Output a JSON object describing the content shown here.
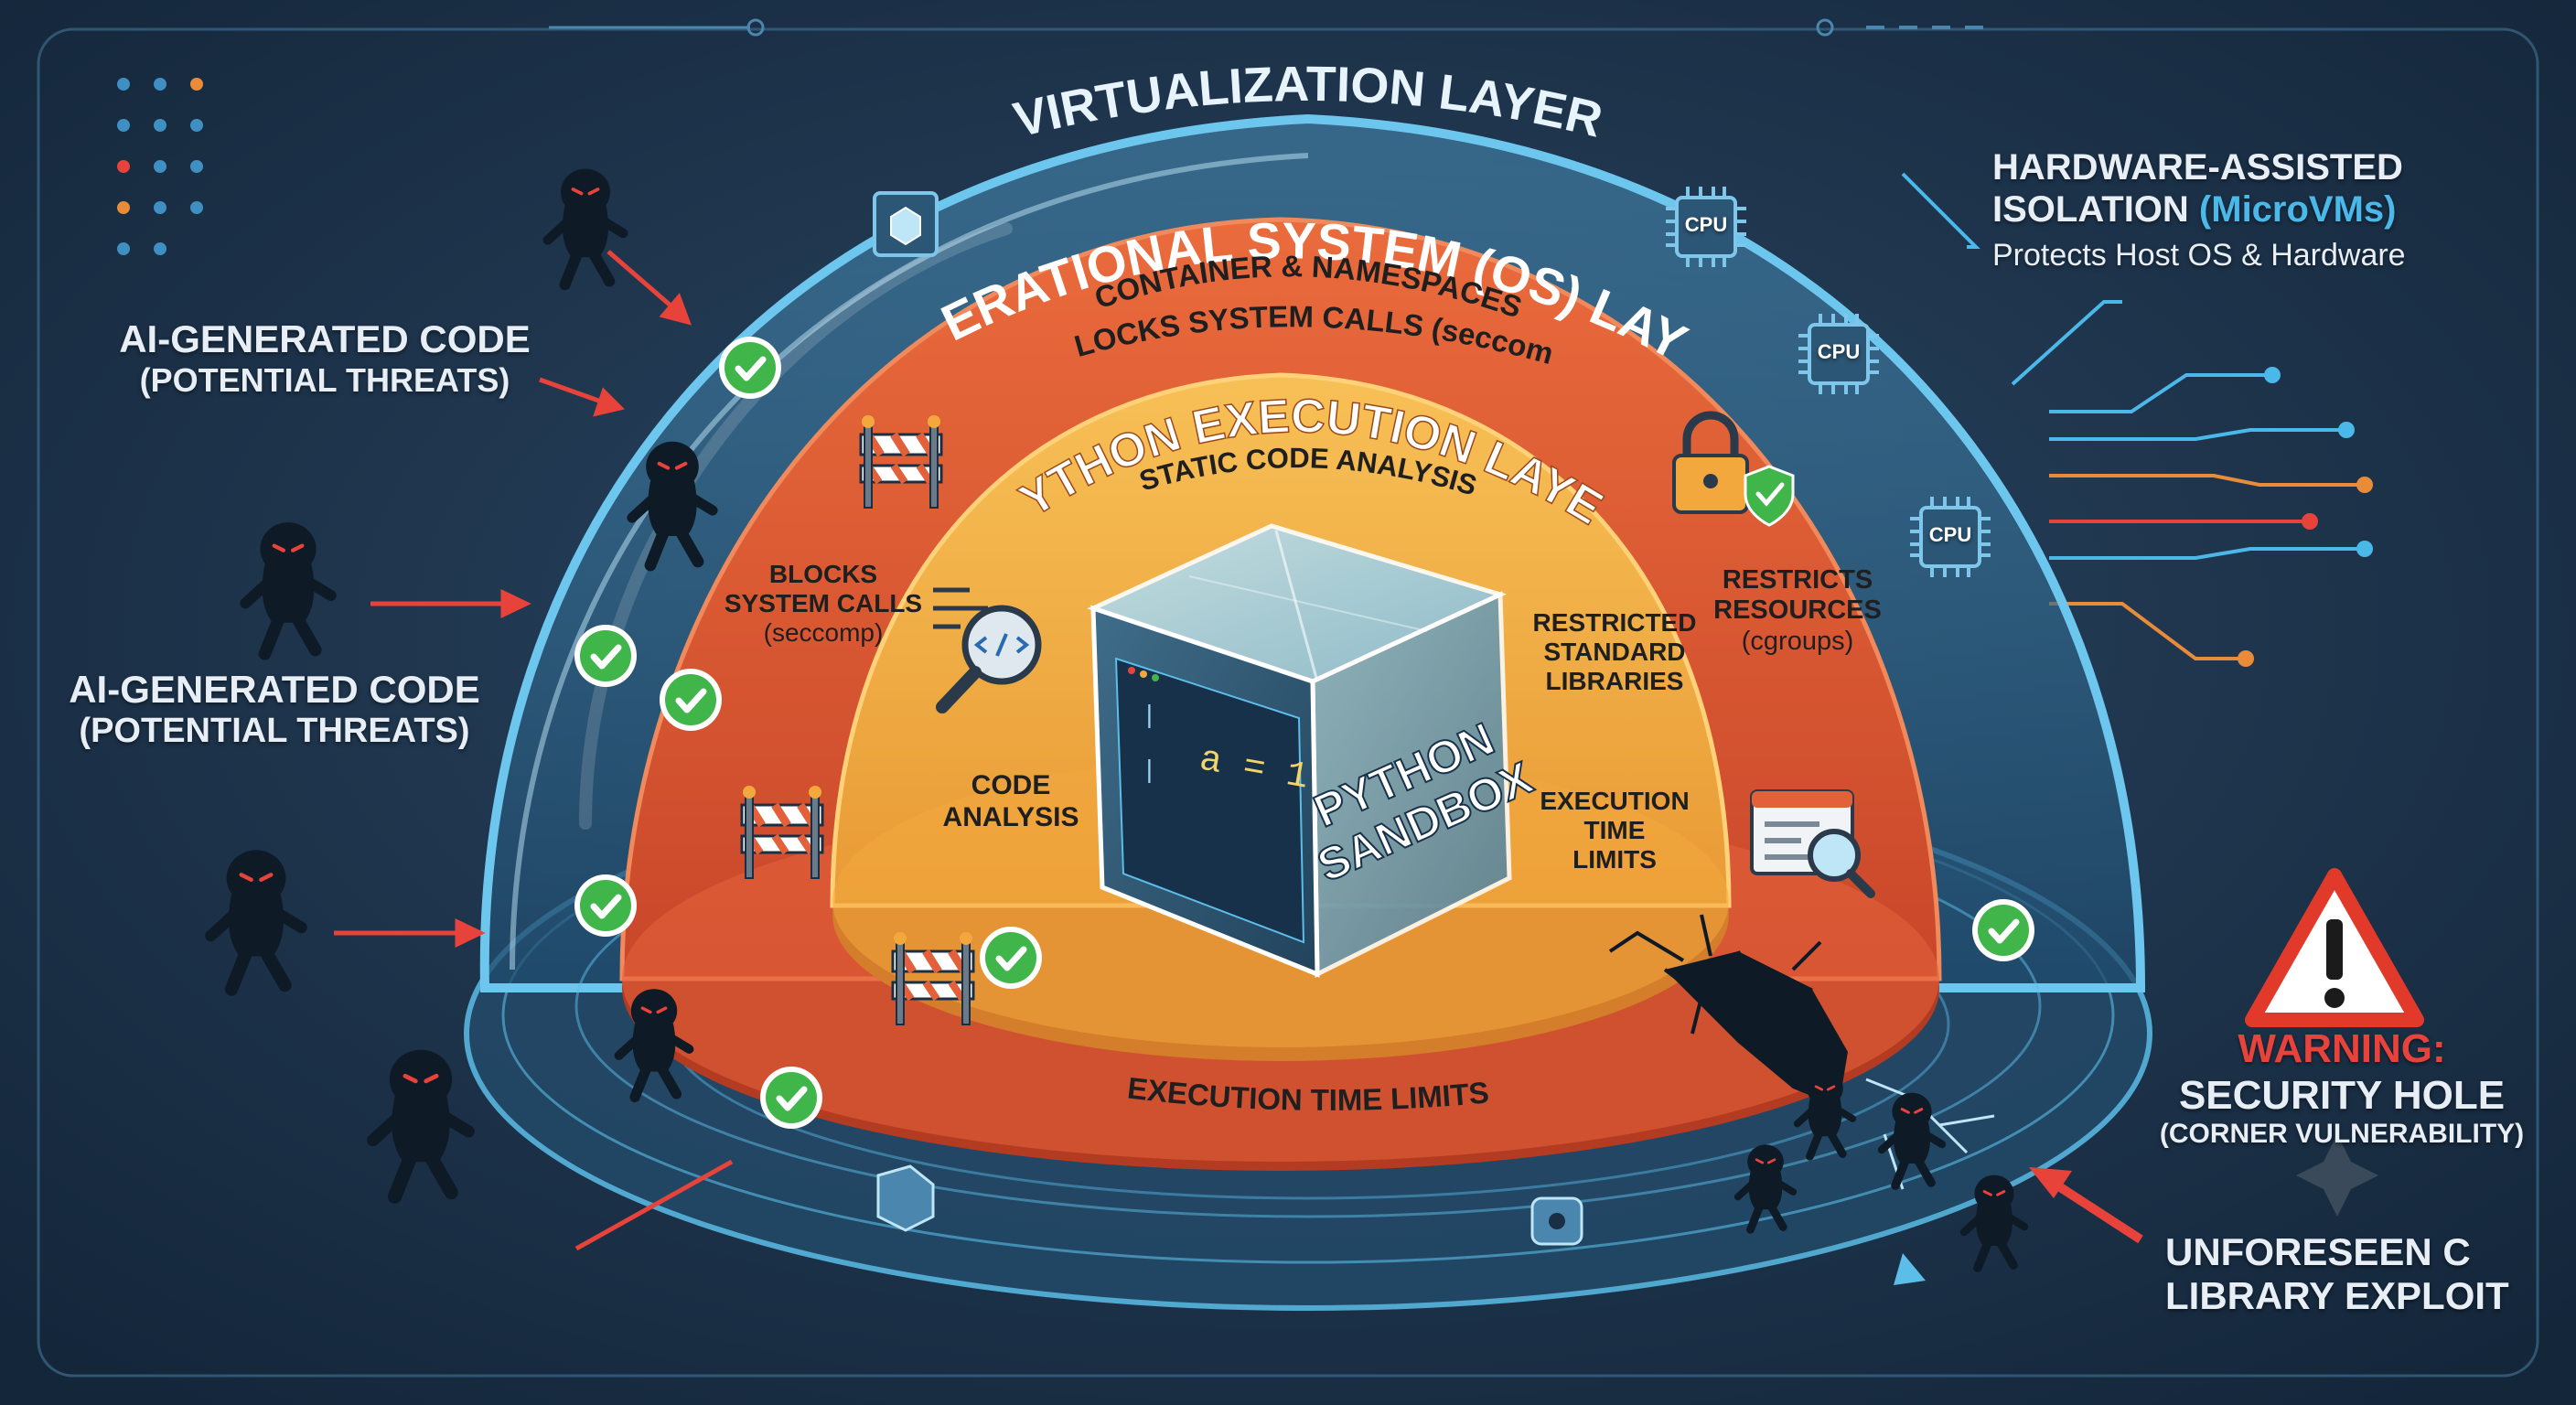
{
  "layers": {
    "virtualization": "VIRTUALIZATION LAYER",
    "os": "OPERATIONAL SYSTEM (OS) LAYER",
    "os_sub1": "CONTAINER & NAMESPACES",
    "os_sub2": "BLOCKS SYSTEM CALLS (seccomp)",
    "python": "PYTHON EXECUTION LAYER",
    "python_sub": "STATIC CODE ANALYSIS"
  },
  "cube": {
    "label_line1": "PYTHON",
    "label_line2": "SANDBOX",
    "code_snippet": "a = 1",
    "cursor_glyph": "|"
  },
  "os_features": {
    "blocks": [
      "BLOCKS",
      "SYSTEM CALLS",
      "(seccomp)"
    ],
    "resources": [
      "RESTRICTS",
      "RESOURCES",
      "(cgroups)"
    ],
    "bottom": "EXECUTION TIME LIMITS"
  },
  "python_features": {
    "analysis": [
      "CODE",
      "ANALYSIS"
    ],
    "libraries": [
      "RESTRICTED",
      "STANDARD",
      "LIBRARIES"
    ],
    "time": [
      "EXECUTION",
      "TIME",
      "LIMITS"
    ]
  },
  "threats": {
    "label1": [
      "AI-GENERATED CODE",
      "(POTENTIAL THREATS)"
    ],
    "label2": [
      "AI-GENERATED CODE",
      "(POTENTIAL THREATS)"
    ]
  },
  "hardware": {
    "title1": "HARDWARE-ASSISTED",
    "title2a": "ISOLATION ",
    "title2b": "(MicroVMs)",
    "subtitle": "Protects Host OS & Hardware",
    "chip_label": "CPU"
  },
  "warning": {
    "title": "WARNING:",
    "line1": "SECURITY HOLE",
    "line2": "(CORNER VULNERABILITY)",
    "exploit1": "UNFORESEEN C",
    "exploit2": "LIBRARY EXPLOIT"
  },
  "colors": {
    "background": "#1b2f44",
    "dome_outline": "#5bbde8",
    "os_layer": "#e2613a",
    "python_layer": "#f3a83e",
    "check_green": "#3fb54a",
    "threat_red": "#e8433a",
    "microvm_accent": "#4ab8e8",
    "warning_red": "#e23a2a"
  }
}
